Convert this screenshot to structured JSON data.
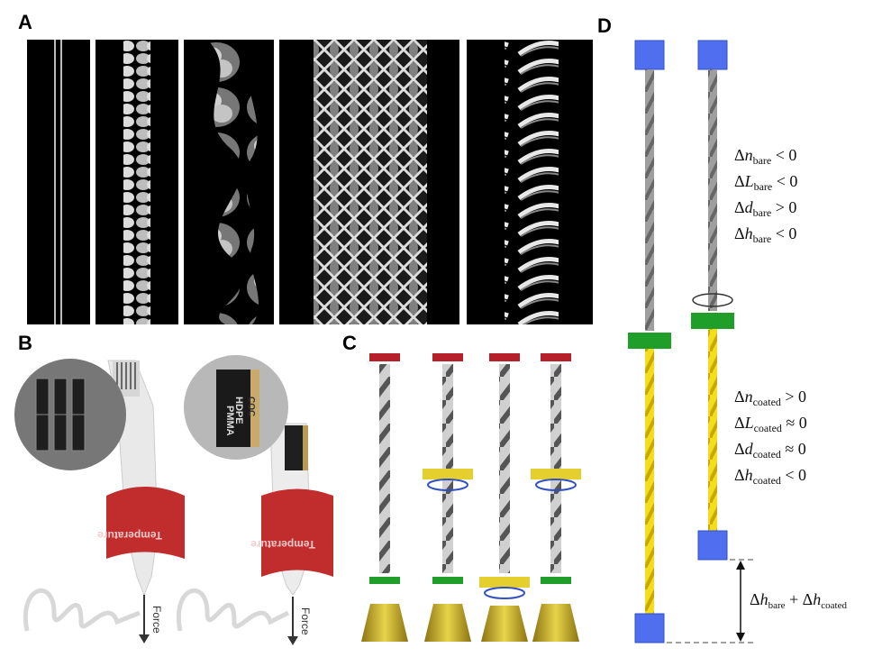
{
  "panels": {
    "a": {
      "label": "A"
    },
    "b": {
      "label": "B",
      "text": {
        "temperature1": "Temperature",
        "force1": "Force",
        "temperature2": "Temperature",
        "force2": "Force",
        "mat1": "PMMA",
        "mat2": "HDPE",
        "mat3": "COC"
      }
    },
    "c": {
      "label": "C"
    },
    "d": {
      "label": "D"
    }
  },
  "equations": {
    "bare": [
      {
        "sym": "Δ",
        "var": "n",
        "sub": "bare",
        "rel": " < 0"
      },
      {
        "sym": "Δ",
        "var": "L",
        "sub": "bare",
        "rel": " < 0"
      },
      {
        "sym": "Δ",
        "var": "d",
        "sub": "bare",
        "rel": " > 0"
      },
      {
        "sym": "Δ",
        "var": "h",
        "sub": "bare",
        "rel": " < 0"
      }
    ],
    "coated": [
      {
        "sym": "Δ",
        "var": "n",
        "sub": "coated",
        "rel": " > 0"
      },
      {
        "sym": "Δ",
        "var": "L",
        "sub": "coated",
        "rel": " ≈ 0"
      },
      {
        "sym": "Δ",
        "var": "d",
        "sub": "coated",
        "rel": " ≈ 0"
      },
      {
        "sym": "Δ",
        "var": "h",
        "sub": "coated",
        "rel": " < 0"
      }
    ],
    "sum": {
      "a_var": "h",
      "a_sub": "bare",
      "plus": " + ",
      "b_var": "h",
      "b_sub": "coated",
      "sym": "Δ"
    }
  },
  "colors": {
    "blue": "#4f6ff0",
    "green": "#1f9e2a",
    "yellow": "#f2dd1e",
    "red": "#b5202a",
    "gold": "#c9b025"
  }
}
